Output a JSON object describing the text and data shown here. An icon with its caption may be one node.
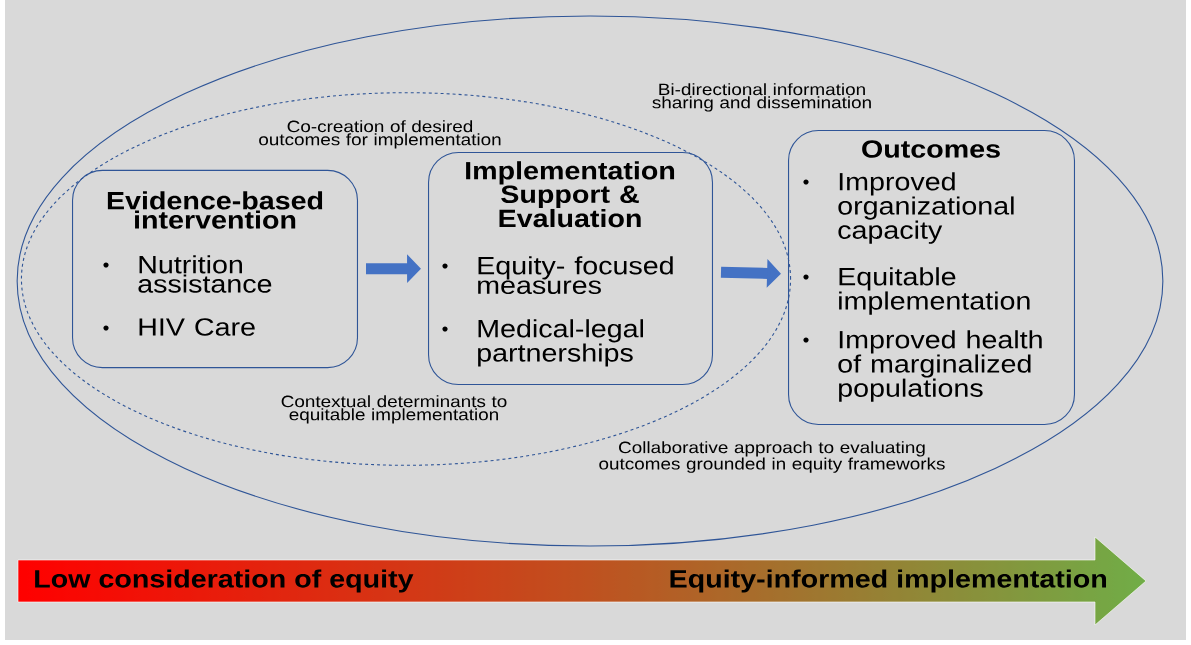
{
  "diagram": {
    "nodes": [
      {
        "text": [
          "Bi-directional information sharing and dissemination",
          "Collaborative approach to evaluating outcomes grounded in equity frameworks"
        ]
      },
      {
        "text": [
          "Co-creation of desired outcomes for implementation",
          "Contextual determinants to equitable implementation"
        ],
        "in": 0
      },
      {
        "text": [
          "Evidence-based intervention",
          "Nutrition assistance",
          "HIV Care"
        ],
        "in": 1
      },
      {
        "text": [
          "Implementation Support & Evaluation",
          "Equity- focused measures",
          "Medical-legal partnerships"
        ],
        "in": 1
      },
      {
        "text": [
          "Outcomes",
          "Improved organizational capacity",
          "Equitable implementation",
          "Improved health of marginalized populations"
        ],
        "in": 0
      },
      {
        "text": [
          "Low consideration of equity",
          "Equity-informed implementation"
        ]
      }
    ],
    "edges": [
      {
        "from": 2,
        "to": 3,
        "arrow": "to"
      },
      {
        "from": 3,
        "to": 4,
        "arrow": "to"
      }
    ]
  }
}
